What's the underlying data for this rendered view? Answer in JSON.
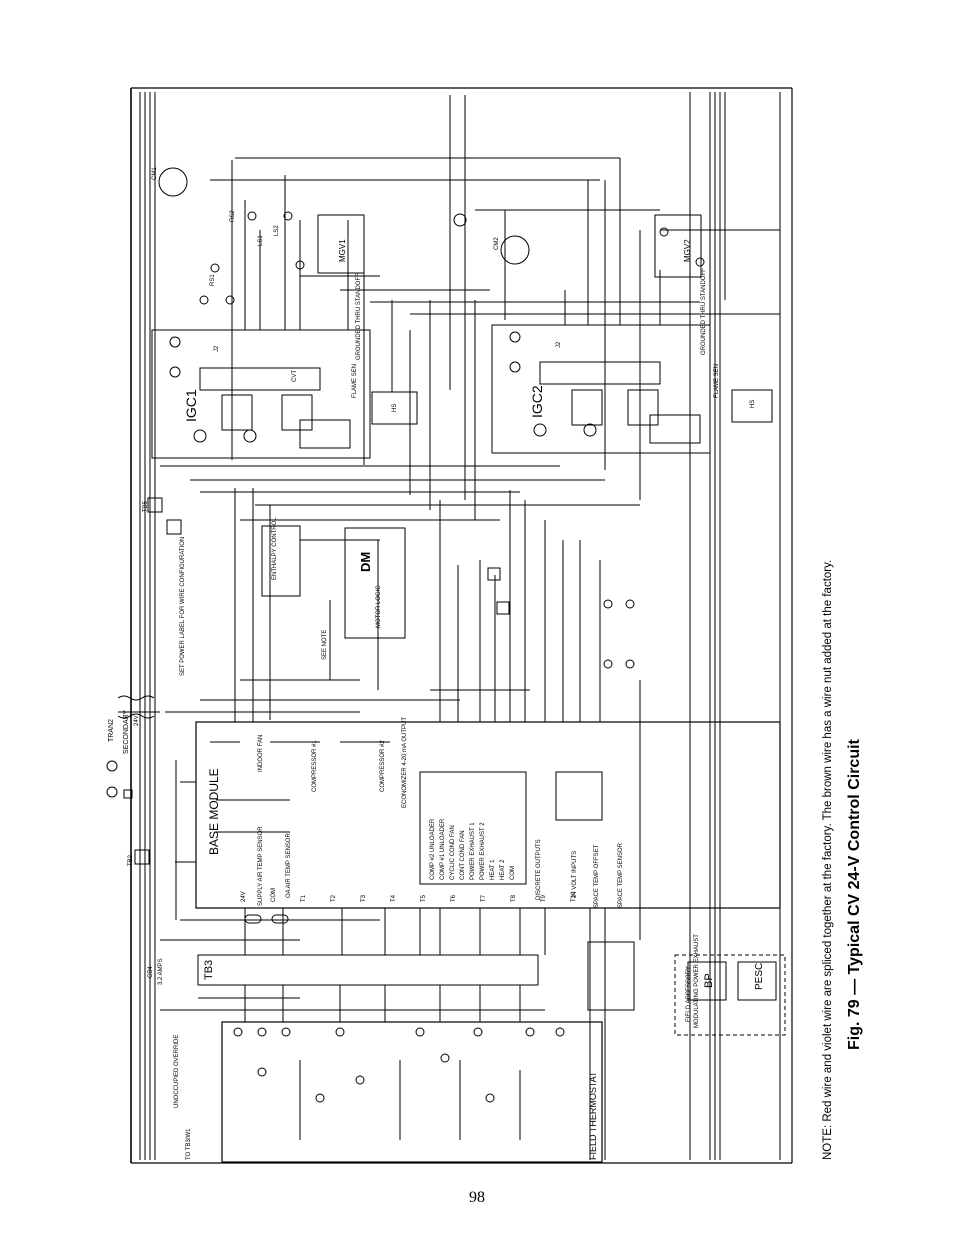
{
  "figure": {
    "caption": "Fig. 79 — Typical CV 24-V Control Circuit",
    "note": "NOTE: Red wire and violet wire are spliced together at the factory. The brown wire has a wire nut added at the factory."
  },
  "page_number": "98",
  "labels": {
    "igc1": "IGC1",
    "igc2": "IGC2",
    "mgv1": "MGV1",
    "mgv2": "MGV2",
    "base_module": "BASE MODULE",
    "field_thermostat": "FIELD THERMOSTAT",
    "dm": "DM",
    "tran2": "TRAN2",
    "secondary": "SECONDARY",
    "tb3": "TB3",
    "tb2": "TB2",
    "tb5": "TB5",
    "bp": "BP",
    "pesc": "PESC",
    "cm1": "CM1",
    "cm2": "CM2",
    "cb4": "CB4",
    "unoccupied_override": "UNOCCUPIED OVERRIDE",
    "to_tb3_w1": "TO TB3/W1",
    "indoor_fan": "INDOOR FAN",
    "compressor_1": "COMPRESSOR #1",
    "compressor_2": "COMPRESSOR #2",
    "supply_air_temp_sensor": "SUPPLY AIR TEMP SENSOR",
    "oa_air_temp_sensor": "OA AIR TEMP SENSOR",
    "space_temp_offset": "SPACE TEMP OFFSET",
    "space_temp_sensor": "SPACE TEMP SENSOR",
    "discrete_outputs": "DISCRETE OUTPUTS",
    "economizer_output": "ECONOMIZER 4-20 mA OUTPUT",
    "analog_inputs": "24 VOLT INPUTS",
    "flame_sen_1": "FLAME SEN",
    "flame_sen_2": "FLAME SEN",
    "grounded_thru_standoff_1": "GROUNDED THRU STANDOFF",
    "grounded_thru_standoff_2": "GROUNDED THRU STANDOFF",
    "hs1": "HS",
    "hs2": "HS",
    "cb4_amps": "3.2 AMPS",
    "secondary_24v": "24V",
    "j2_1": "J2",
    "j2_2": "J2",
    "see_note": "SEE NOTE",
    "modulating_power_exhaust": "MODULATING POWER EXHAUST",
    "field_accessory": "FIELD ACCESSORY",
    "ls1": "LS1",
    "ls2": "LS2",
    "rs1": "RS1",
    "rs2": "RS2",
    "cvt": "CVT",
    "set_power_label": "SET POWER LABEL FOR WIRE CONFIGURATION",
    "enthalpy_control": "ENTHALPY CONTROL",
    "motor_module": "MOTOR LOGIC"
  },
  "outputs": [
    "COMP #2 UNLOADER",
    "COMP #1 UNLOADER",
    "CYCLIC COND FAN",
    "CONT COND FAN",
    "POWER EXHAUST 1",
    "POWER EXHAUST 2",
    "HEAT 1",
    "HEAT 2",
    "COM"
  ],
  "terminals_base": [
    "24V",
    "COM",
    "T1",
    "T2",
    "T3",
    "T4",
    "T5",
    "T6",
    "T7",
    "T8",
    "T9",
    "T10"
  ]
}
